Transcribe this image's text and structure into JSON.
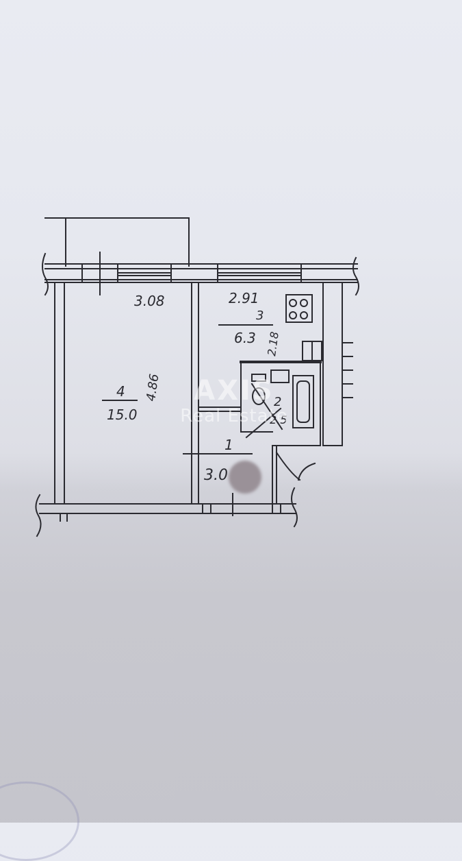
{
  "document": {
    "header_line_1": "",
    "header_line_2": ""
  },
  "floor_plan": {
    "rooms": [
      {
        "number": "4",
        "area": "15.0",
        "width_label": "3.08",
        "depth_label": "4.86"
      },
      {
        "number": "3",
        "area": "6.3",
        "width_label": "2.91",
        "depth_label": "2.18"
      },
      {
        "number": "2",
        "area": "2.5"
      },
      {
        "number": "1",
        "area": "3.0"
      }
    ]
  },
  "watermark": {
    "logo": "AXIS",
    "subtitle": "Real Estate"
  },
  "colors": {
    "paper": "#e6e8ef",
    "ink": "#2a2a30",
    "watermark": "#ffffff"
  }
}
